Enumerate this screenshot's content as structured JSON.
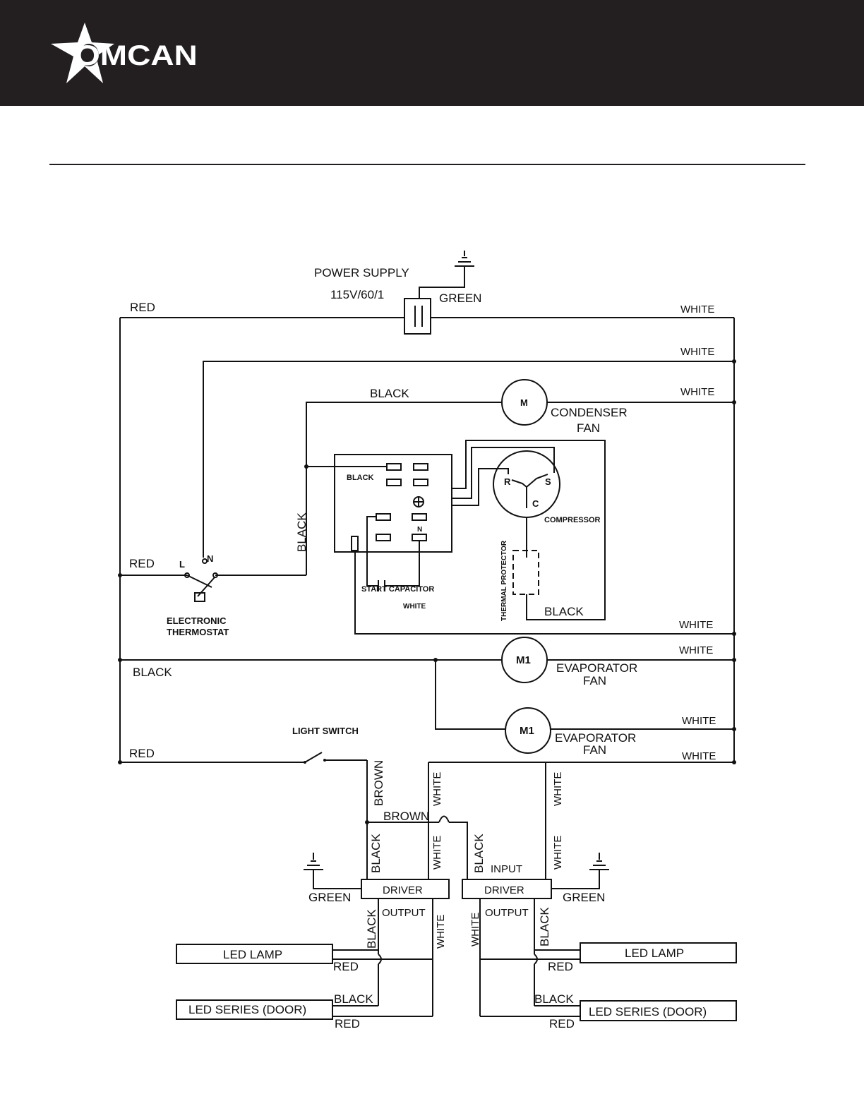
{
  "header": {
    "brand": "OMCAN",
    "bg_color": "#231f20",
    "logo_icon": "star-logo-icon"
  },
  "diagram": {
    "power_supply": "POWER SUPPLY",
    "voltage": "115V/60/1",
    "green": "GREEN",
    "red": "RED",
    "white": "WHITE",
    "black": "BLACK",
    "brown": "BROWN",
    "motor_m": "M",
    "motor_m1": "M1",
    "condenser": "CONDENSER",
    "fan": "FAN",
    "evaporator": "EVAPORATOR",
    "compressor": "COMPRESSOR",
    "thermal_protector": "THERMAL PROTECTOR",
    "start_capacitor": "START CAPACITOR",
    "relay_black": "BLACK",
    "relay_n": "N",
    "comp_r": "R",
    "comp_s": "S",
    "comp_c": "C",
    "thermo_l": "L",
    "thermo_n": "N",
    "electronic": "ELECTRONIC",
    "thermostat": "THERMOSTAT",
    "light_switch": "LIGHT SWITCH",
    "driver": "DRIVER",
    "input": "INPUT",
    "output": "OUTPUT",
    "led_lamp": "LED LAMP",
    "led_series": "LED SERIES (DOOR)"
  }
}
